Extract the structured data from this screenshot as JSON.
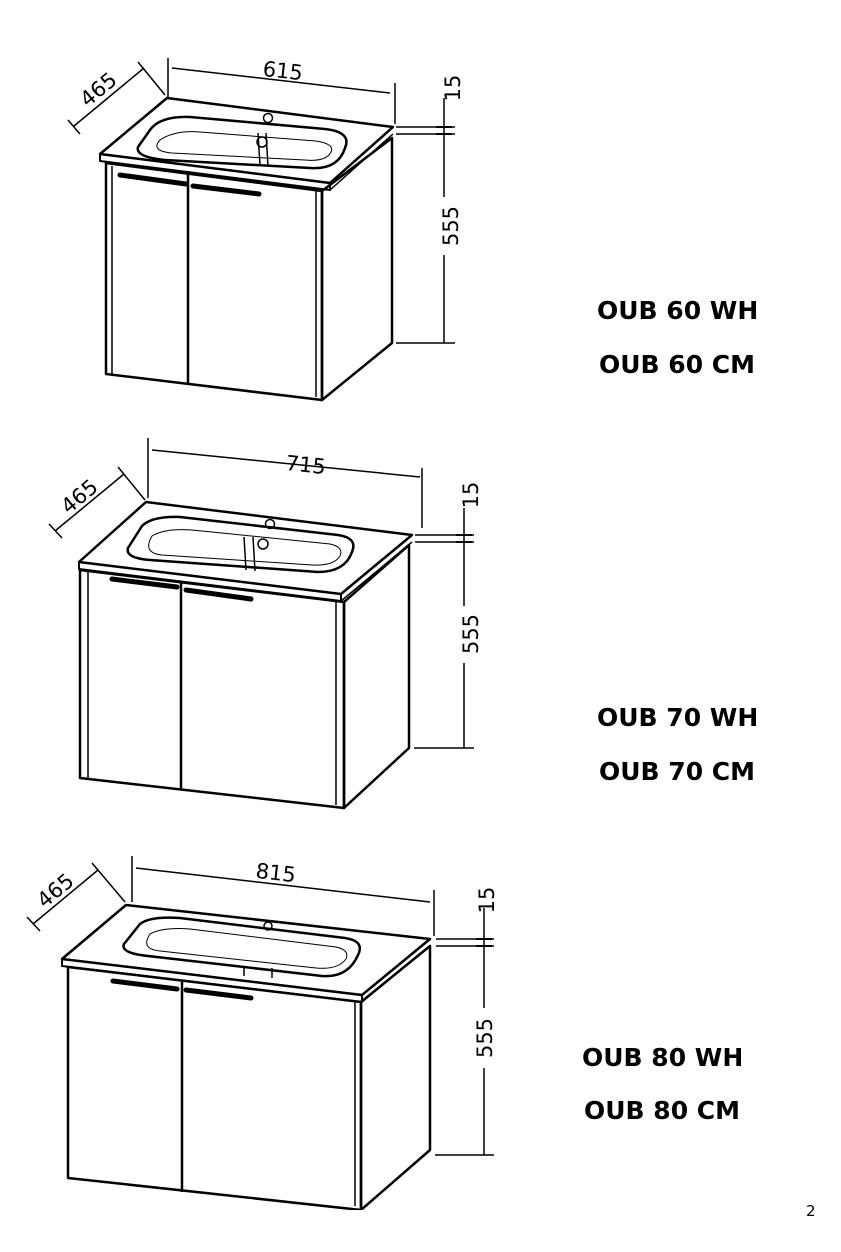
{
  "units": [
    {
      "width": "615",
      "depth": "465",
      "top_thickness": "15",
      "height": "555",
      "models": [
        "OUB 60 WH",
        "OUB 60 CM"
      ]
    },
    {
      "width": "715",
      "depth": "465",
      "top_thickness": "15",
      "height": "555",
      "models": [
        "OUB 70 WH",
        "OUB 70 CM"
      ]
    },
    {
      "width": "815",
      "depth": "465",
      "top_thickness": "15",
      "height": "555",
      "models": [
        "OUB 80 WH",
        "OUB 80 CM"
      ]
    }
  ],
  "page_number": "2",
  "colors": {
    "line": "#000000",
    "background": "#ffffff"
  }
}
